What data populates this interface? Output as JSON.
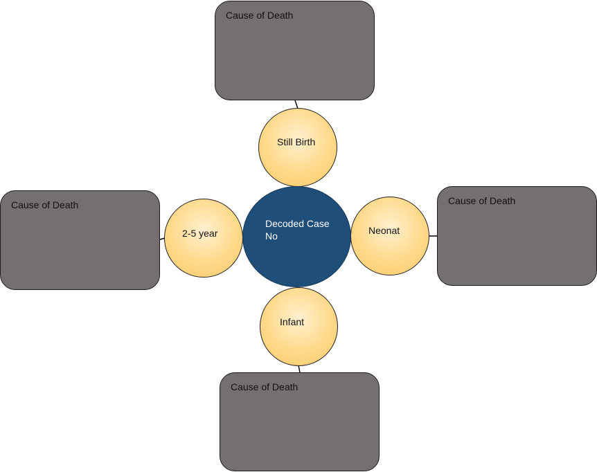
{
  "diagram": {
    "center": {
      "label": "Decoded Case No"
    },
    "categories": [
      {
        "id": "still-birth",
        "label": "Still Birth",
        "box_label": "Cause of Death"
      },
      {
        "id": "neonat",
        "label": "Neonat",
        "box_label": "Cause of Death"
      },
      {
        "id": "infant",
        "label": "Infant",
        "box_label": "Cause of Death"
      },
      {
        "id": "two-five-year",
        "label": "2-5 year",
        "box_label": "Cause of Death"
      }
    ]
  },
  "colors": {
    "box_fill": "#757070",
    "circle_fill": "#ffd98a",
    "center_fill": "#1f4e79",
    "center_text": "#ffffff"
  }
}
